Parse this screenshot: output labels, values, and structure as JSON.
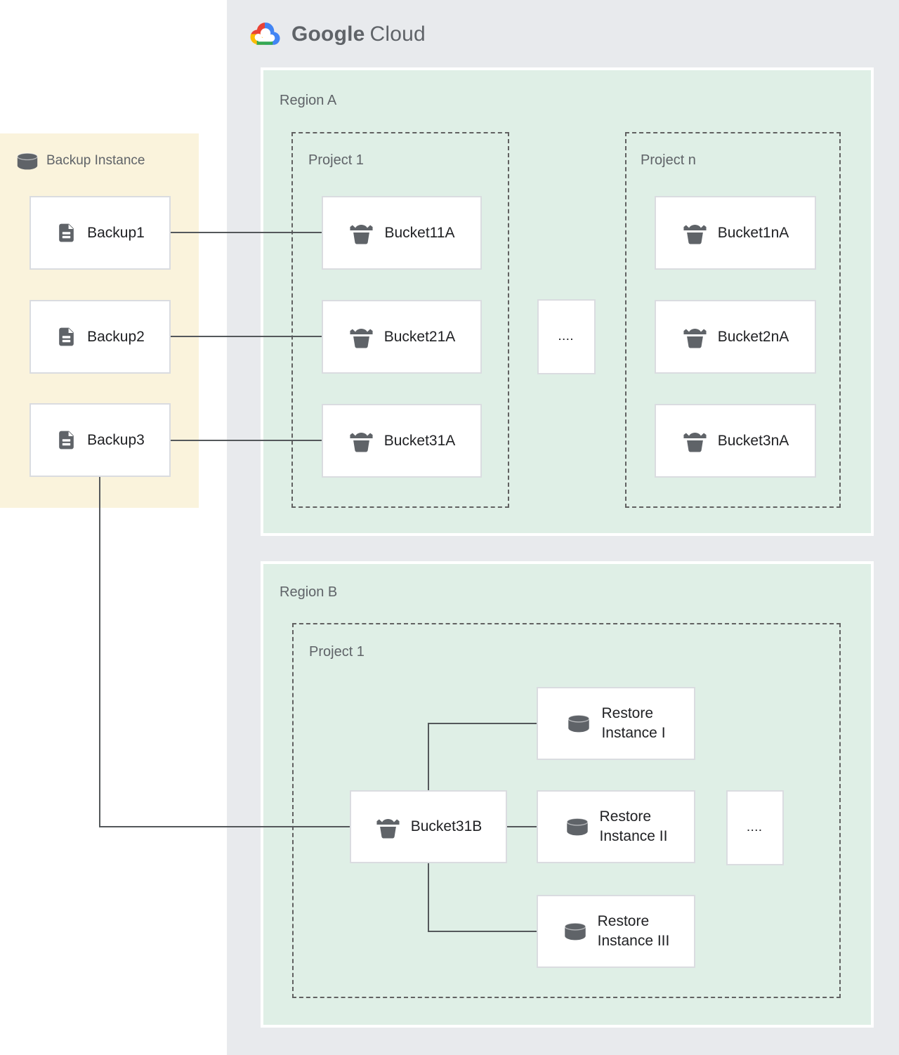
{
  "logo": {
    "brand": "Google",
    "product": "Cloud"
  },
  "backup_panel": {
    "title": "Backup Instance",
    "backups": [
      "Backup1",
      "Backup2",
      "Backup3"
    ]
  },
  "region_a": {
    "title": "Region A",
    "project_1": {
      "title": "Project 1",
      "buckets": [
        "Bucket11A",
        "Bucket21A",
        "Bucket31A"
      ]
    },
    "ellipsis": "....",
    "project_n": {
      "title": "Project n",
      "buckets": [
        "Bucket1nA",
        "Bucket2nA",
        "Bucket3nA"
      ]
    }
  },
  "region_b": {
    "title": "Region B",
    "project_1": {
      "title": "Project 1"
    },
    "bucket": "Bucket31B",
    "ellipsis": "....",
    "restores": [
      "Restore\nInstance I",
      "Restore\nInstance II",
      "Restore\nInstance III"
    ]
  },
  "colors": {
    "canvas_gray": "#E8EAED",
    "region_green": "#DFEFE6",
    "backup_yellow": "#FAF3DC",
    "node_border": "#DADCE0",
    "connector_gray": "#54585B",
    "label_gray": "#5F6368",
    "text_dark": "#202124",
    "icon_gray": "#5F6368",
    "google_blue": "#4285F4",
    "google_red": "#EA4335",
    "google_yellow": "#FBBC04",
    "google_green": "#34A853"
  }
}
